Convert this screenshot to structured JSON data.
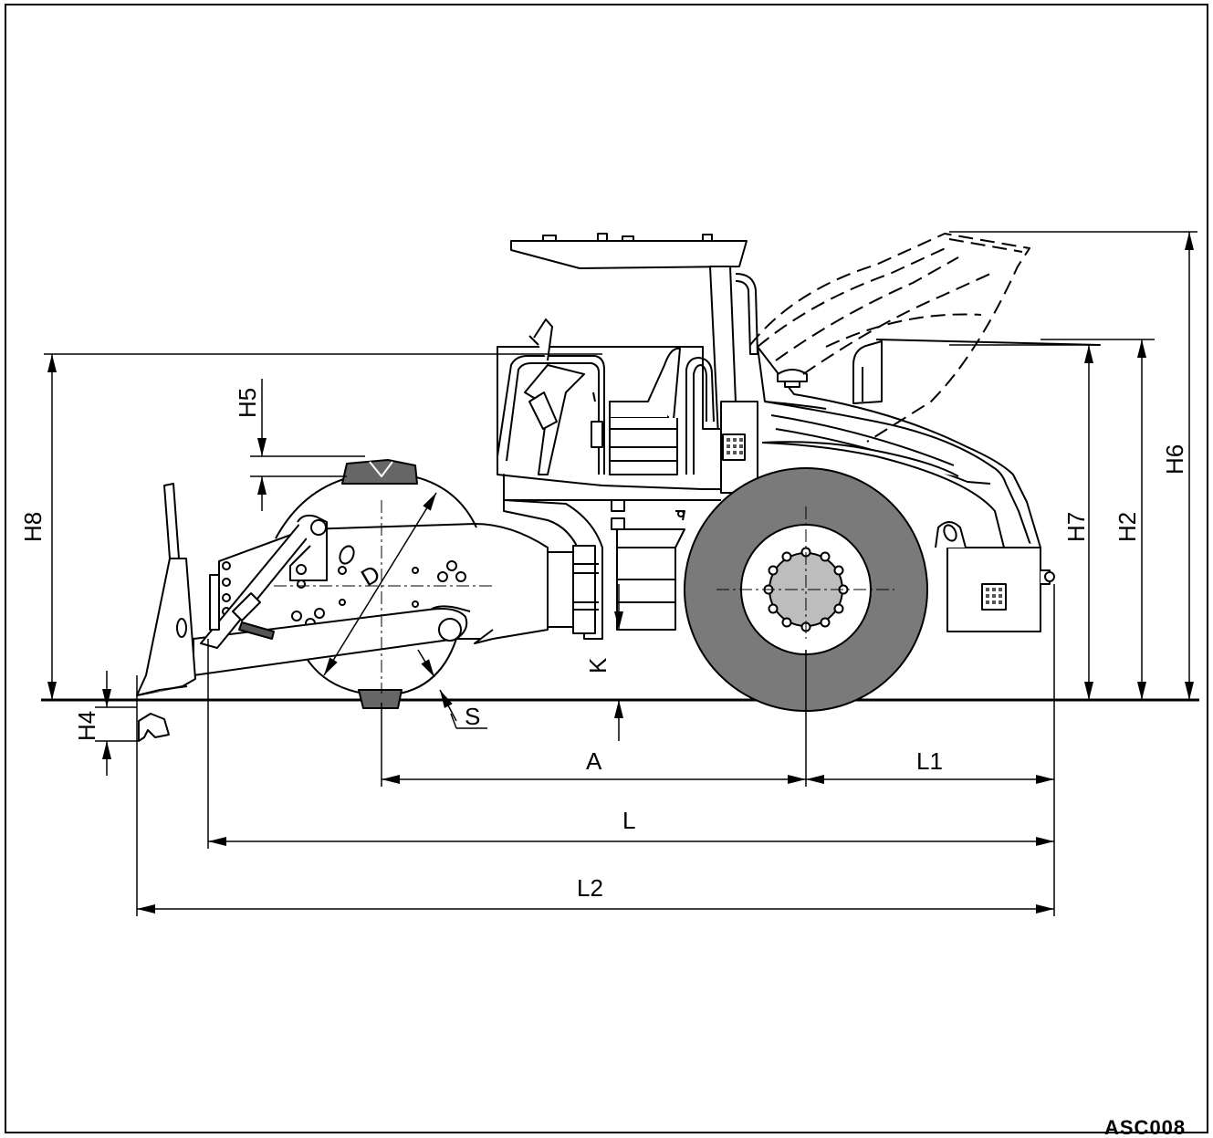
{
  "dimensions": {
    "A": "A",
    "L": "L",
    "L1": "L1",
    "L2": "L2",
    "H2": "H2",
    "H4": "H4",
    "H5": "H5",
    "H6": "H6",
    "H7": "H7",
    "H8": "H8",
    "K": "K",
    "D": "D",
    "S": "S"
  },
  "drawing_code": "ASC008"
}
